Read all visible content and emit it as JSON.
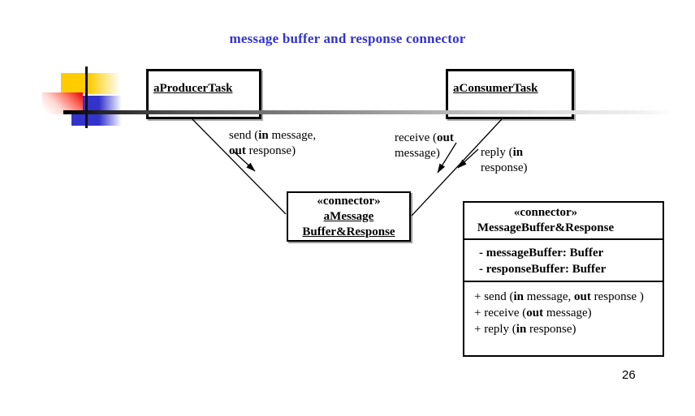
{
  "title": {
    "text": "message buffer and response connector",
    "color": "#3333cc"
  },
  "page": {
    "number": "26"
  },
  "decoration": {
    "yellow": "#ffcc00",
    "red": "#e60000",
    "blue": "#3333cc",
    "line_dark": "#000000",
    "line_light": "#efefef"
  },
  "diagram": {
    "producer_box": {
      "label": "aProducerTask"
    },
    "consumer_box": {
      "label": "aConsumerTask"
    },
    "connector_box": {
      "stereotype": "«connector»",
      "name_line1": "aMessage",
      "name_line2": "Buffer&Response"
    },
    "labels": {
      "send": [
        {
          "t": "send ("
        },
        {
          "t": "in",
          "b": 1
        },
        {
          "t": " message,\n"
        },
        {
          "t": "out",
          "b": 1
        },
        {
          "t": " response)"
        }
      ],
      "receive": [
        {
          "t": "receive ("
        },
        {
          "t": "out",
          "b": 1
        },
        {
          "t": "\nmessage)"
        }
      ],
      "reply": [
        {
          "t": "reply ("
        },
        {
          "t": "in",
          "b": 1
        },
        {
          "t": "\nresponse)"
        }
      ]
    }
  },
  "class_box": {
    "stereotype": "«connector»",
    "name": "MessageBuffer&Response",
    "attributes": [
      "- messageBuffer: Buffer",
      "- responseBuffer: Buffer"
    ],
    "operations": [
      [
        {
          "t": "+ send ("
        },
        {
          "t": "in",
          "b": 1
        },
        {
          "t": " message, "
        },
        {
          "t": "out",
          "b": 1
        },
        {
          "t": " response )"
        }
      ],
      [
        {
          "t": "+ receive  ("
        },
        {
          "t": "out",
          "b": 1
        },
        {
          "t": " message)"
        }
      ],
      [
        {
          "t": "+ reply ("
        },
        {
          "t": "in",
          "b": 1
        },
        {
          "t": " response)"
        }
      ]
    ]
  }
}
